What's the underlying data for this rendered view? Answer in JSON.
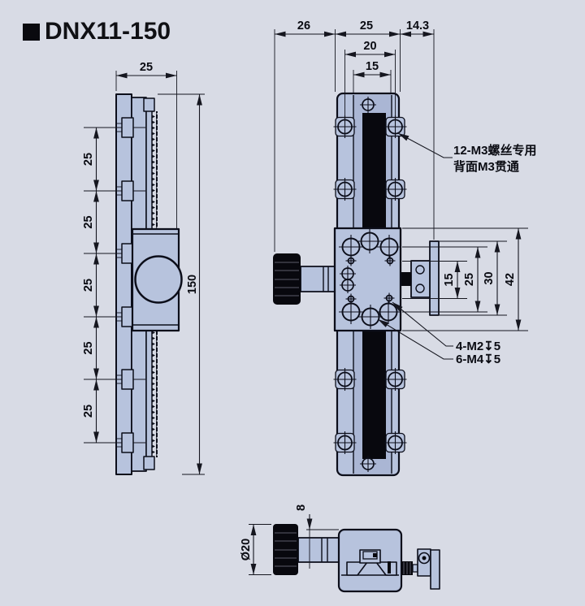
{
  "title": "DNX11-150",
  "colors": {
    "background": "#d8dbe5",
    "part_fill": "#b7c3dd",
    "channel_fill": "#aab6d4",
    "outline": "#0c0e1a",
    "black_detail": "#08080e",
    "dimension": "#15161f"
  },
  "side_view": {
    "dim_width": "25",
    "dim_length": "150",
    "hole_pitch_dims": [
      "25",
      "25",
      "25",
      "25",
      "25"
    ]
  },
  "front_view": {
    "dim_knob_to_body": "26",
    "dim_body_width": "25",
    "dim_body_to_plate": "14.3",
    "dim_hole_span": "20",
    "dim_channel": "15",
    "dim_table_hole_v": "15",
    "dim_table_span_v": "25",
    "dim_plate_height": "30",
    "dim_table_height": "42",
    "callout_rail_holes_line1": "12-M3螺丝专用",
    "callout_rail_holes_line2": "背面M3贯通",
    "callout_table_small_holes": "4-M2↧5",
    "callout_table_large_holes": "6-M4↧5"
  },
  "bottom_view": {
    "dim_knob_dia": "Ø20",
    "dim_shaft": "8"
  }
}
